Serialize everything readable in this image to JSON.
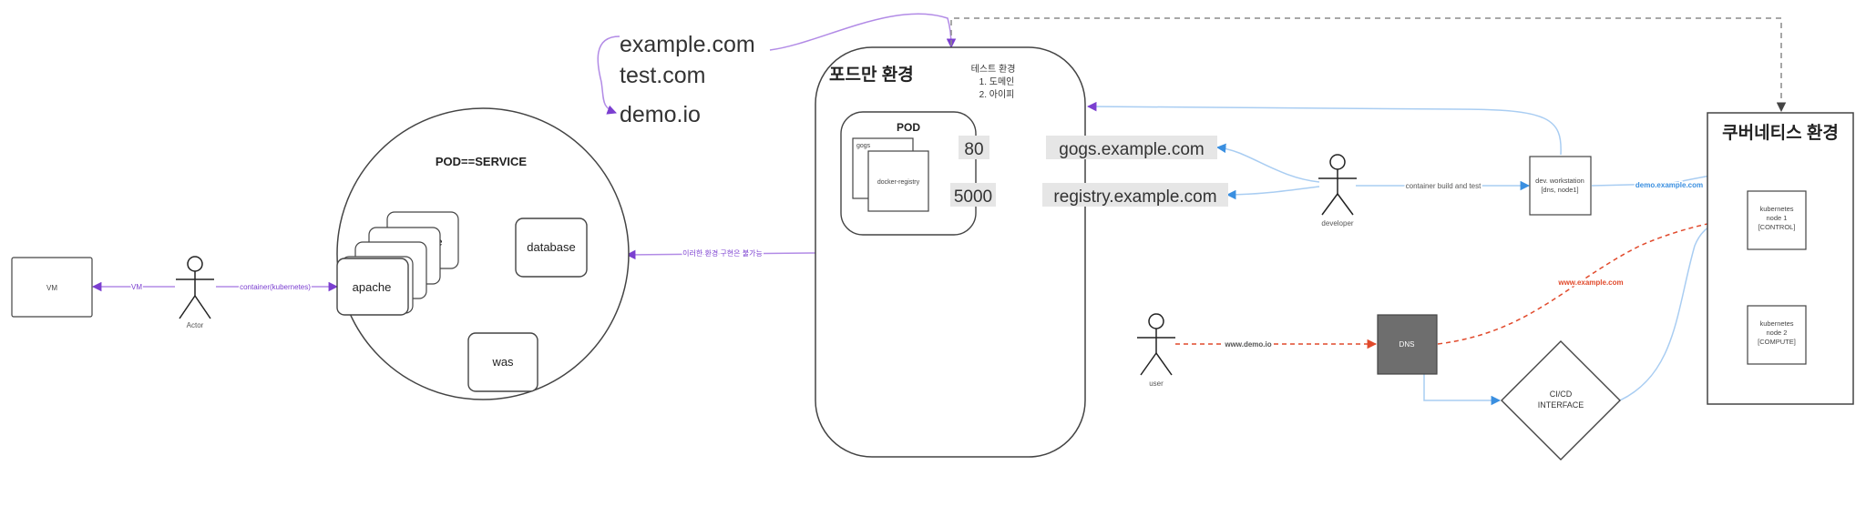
{
  "domains": [
    "example.com",
    "test.com",
    "demo.io"
  ],
  "podman": {
    "title": "포드만 환경",
    "test_env": [
      "테스트 환경",
      "1. 도메인",
      "2. 아이피"
    ],
    "pod_label": "POD",
    "gogs_label": "gogs",
    "registry_label": "docker-registry",
    "port_gogs": "80",
    "port_registry": "5000",
    "host_gogs": "gogs.example.com",
    "host_registry": "registry.example.com"
  },
  "service": {
    "title": "POD==SERVICE",
    "apache": "apache",
    "apache_back": "e",
    "database": "database",
    "was": "was"
  },
  "left": {
    "vm_box": "VM",
    "vm_edge": "VM",
    "actor": "Actor",
    "container_edge": "container(kubernetes)",
    "deploy_edge": "이러한 환경 구현은 불가능"
  },
  "developer": {
    "label": "developer",
    "build_edge": "container build and test",
    "workstation": [
      "dev. workstation",
      "[dns, node1]"
    ],
    "demo_edge": "demo.example.com"
  },
  "kubernetes": {
    "title": "쿠버네티스 환경",
    "node1": [
      "kubernetes",
      "node 1",
      "[CONTROL]"
    ],
    "node2": [
      "kubernetes",
      "node 2",
      "[COMPUTE]"
    ]
  },
  "user_flow": {
    "user": "user",
    "user_edge": "www.demo.io",
    "dns": "DNS",
    "www_edge": "www.example.com",
    "cicd": [
      "CI/CD",
      "INTERFACE"
    ]
  },
  "colors": {
    "purple": "#7b3fd0",
    "blue": "#3a8fe0",
    "light_blue": "#a9cdf2",
    "red": "#e14a2c",
    "gray_dash": "#8a8a8a",
    "dns_fill": "#6e6e6e",
    "port_bg": "#e6e6e6"
  }
}
